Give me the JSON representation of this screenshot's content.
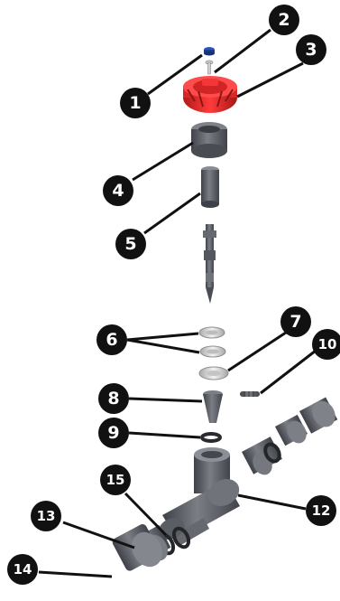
{
  "diagram": {
    "type": "exploded-parts-view",
    "colors": {
      "body": "#5f6169",
      "body_dark": "#3f4148",
      "body_light": "#8b8d95",
      "accent": "#e12a2a",
      "accent_dark": "#9e1515",
      "seal": "#d9d9d9",
      "seal_dark": "#9a9a9a",
      "cap_blue": "#2c55b7",
      "callout_fill": "#111111",
      "callout_text": "#ffffff",
      "leader": "#111111"
    },
    "callouts": [
      {
        "label": "1"
      },
      {
        "label": "2"
      },
      {
        "label": "3"
      },
      {
        "label": "4"
      },
      {
        "label": "5"
      },
      {
        "label": "6"
      },
      {
        "label": "7"
      },
      {
        "label": "8"
      },
      {
        "label": "9"
      },
      {
        "label": "10"
      },
      {
        "label": "12"
      },
      {
        "label": "13"
      },
      {
        "label": "14"
      },
      {
        "label": "15"
      }
    ]
  }
}
